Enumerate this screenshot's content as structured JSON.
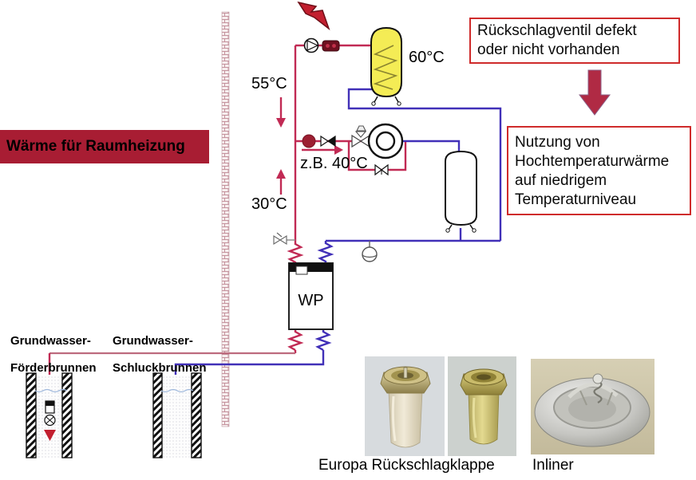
{
  "colors": {
    "hot": "#c12a54",
    "hot_light": "#bd6b7e",
    "cold": "#4130b8",
    "accent": "#cf2b2b",
    "banner_bg": "#a81d33",
    "arrow_red": "#b02a44",
    "tank_yellow": "#f4ec55",
    "coil_olive": "#8b8530",
    "valve_dark_red": "#6e1020"
  },
  "banner": {
    "label": "Wärme für Raumheizung"
  },
  "callouts": {
    "defect": {
      "lines": [
        "Rückschlagventil defekt",
        "oder nicht vorhanden"
      ]
    },
    "usage": {
      "lines": [
        "Nutzung von",
        "Hochtemperaturwärme",
        "auf niedrigem",
        "Temperaturniveau"
      ]
    }
  },
  "temperatures": {
    "flow": "55°C",
    "storage": "60°C",
    "mixed": "z.B. 40°C",
    "return": "30°C"
  },
  "heat_pump": {
    "label": "WP"
  },
  "wells": {
    "supply": {
      "lines": [
        "Grundwasser-",
        "Förderbrunnen"
      ]
    },
    "injection": {
      "lines": [
        "Grundwasser-",
        "Schluckbrunnen"
      ]
    }
  },
  "photos": {
    "caption_left": "Europa Rückschlagklappe",
    "caption_right": "Inliner"
  }
}
